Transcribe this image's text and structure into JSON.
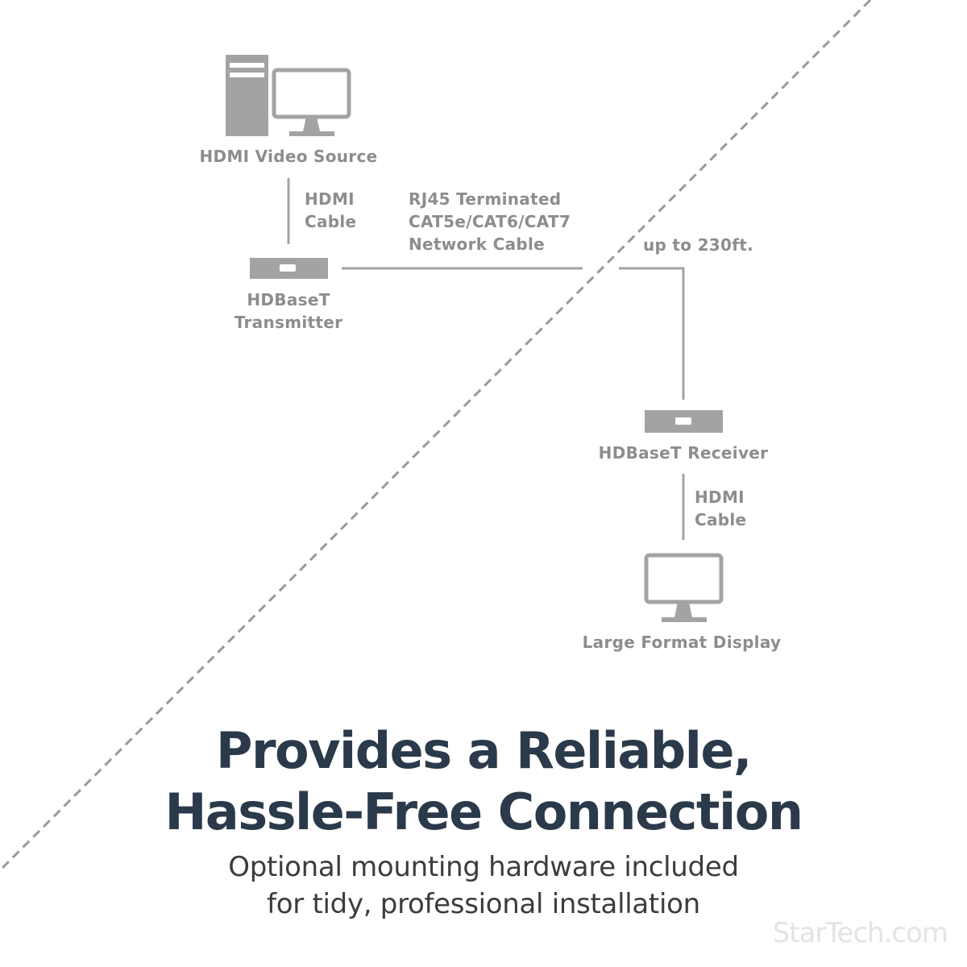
{
  "diagram": {
    "source_label": "HDMI Video Source",
    "cable1_line1": "HDMI",
    "cable1_line2": "Cable",
    "network_line1": "RJ45 Terminated",
    "network_line2": "CAT5e/CAT6/CAT7",
    "network_line3": "Network Cable",
    "distance_label": "up to 230ft.",
    "transmitter_line1": "HDBaseT",
    "transmitter_line2": "Transmitter",
    "receiver_label": "HDBaseT Receiver",
    "cable2_line1": "HDMI",
    "cable2_line2": "Cable",
    "display_label": "Large Format Display"
  },
  "headline": {
    "line1": "Provides a Reliable,",
    "line2": "Hassle-Free Connection"
  },
  "subhead": {
    "line1": "Optional mounting hardware included",
    "line2": "for tidy, professional installation"
  },
  "brand": "StarTech.com",
  "colors": {
    "diagram_gray": "#9a9a9a",
    "label_gray": "#8d8d8d",
    "headline": "#2b3a4a",
    "subhead": "#3c3c3c",
    "watermark": "#e4e4e4"
  },
  "icons": [
    "desktop-tower-icon",
    "monitor-icon",
    "transmitter-box-icon",
    "receiver-box-icon",
    "display-monitor-icon"
  ]
}
